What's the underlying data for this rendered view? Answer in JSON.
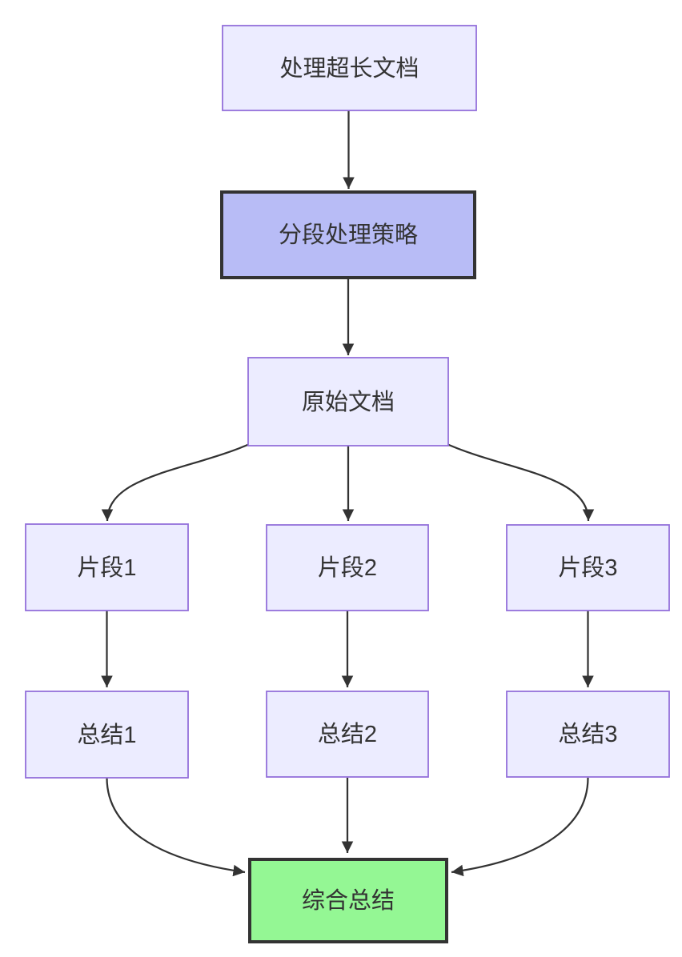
{
  "diagram": {
    "type": "flowchart",
    "direction": "top-down",
    "background": "#ffffff",
    "colors": {
      "node_fill": "#ECECFF",
      "node_stroke": "#9370DB",
      "strategy_node_fill": "#b8bcf6",
      "strategy_node_stroke": "#333333",
      "result_node_fill": "#94f794",
      "result_node_stroke": "#333333",
      "edge_color": "#333333",
      "text_color": "#333333"
    },
    "nodes": [
      {
        "id": "task",
        "label": "处理超长文档",
        "style": "default"
      },
      {
        "id": "strategy",
        "label": "分段处理策略",
        "style": "emphasis"
      },
      {
        "id": "source",
        "label": "原始文档",
        "style": "default"
      },
      {
        "id": "chunk1",
        "label": "片段1",
        "style": "default"
      },
      {
        "id": "chunk2",
        "label": "片段2",
        "style": "default"
      },
      {
        "id": "chunk3",
        "label": "片段3",
        "style": "default"
      },
      {
        "id": "summary1",
        "label": "总结1",
        "style": "default"
      },
      {
        "id": "summary2",
        "label": "总结2",
        "style": "default"
      },
      {
        "id": "summary3",
        "label": "总结3",
        "style": "default"
      },
      {
        "id": "final",
        "label": "综合总结",
        "style": "result"
      }
    ],
    "edges": [
      {
        "from": "处理超长文档",
        "to": "分段处理策略"
      },
      {
        "from": "分段处理策略",
        "to": "原始文档"
      },
      {
        "from": "原始文档",
        "to": "片段1"
      },
      {
        "from": "原始文档",
        "to": "片段2"
      },
      {
        "from": "原始文档",
        "to": "片段3"
      },
      {
        "from": "片段1",
        "to": "总结1"
      },
      {
        "from": "片段2",
        "to": "总结2"
      },
      {
        "from": "片段3",
        "to": "总结3"
      },
      {
        "from": "总结1",
        "to": "综合总结"
      },
      {
        "from": "总结2",
        "to": "综合总结"
      },
      {
        "from": "总结3",
        "to": "综合总结"
      }
    ]
  }
}
